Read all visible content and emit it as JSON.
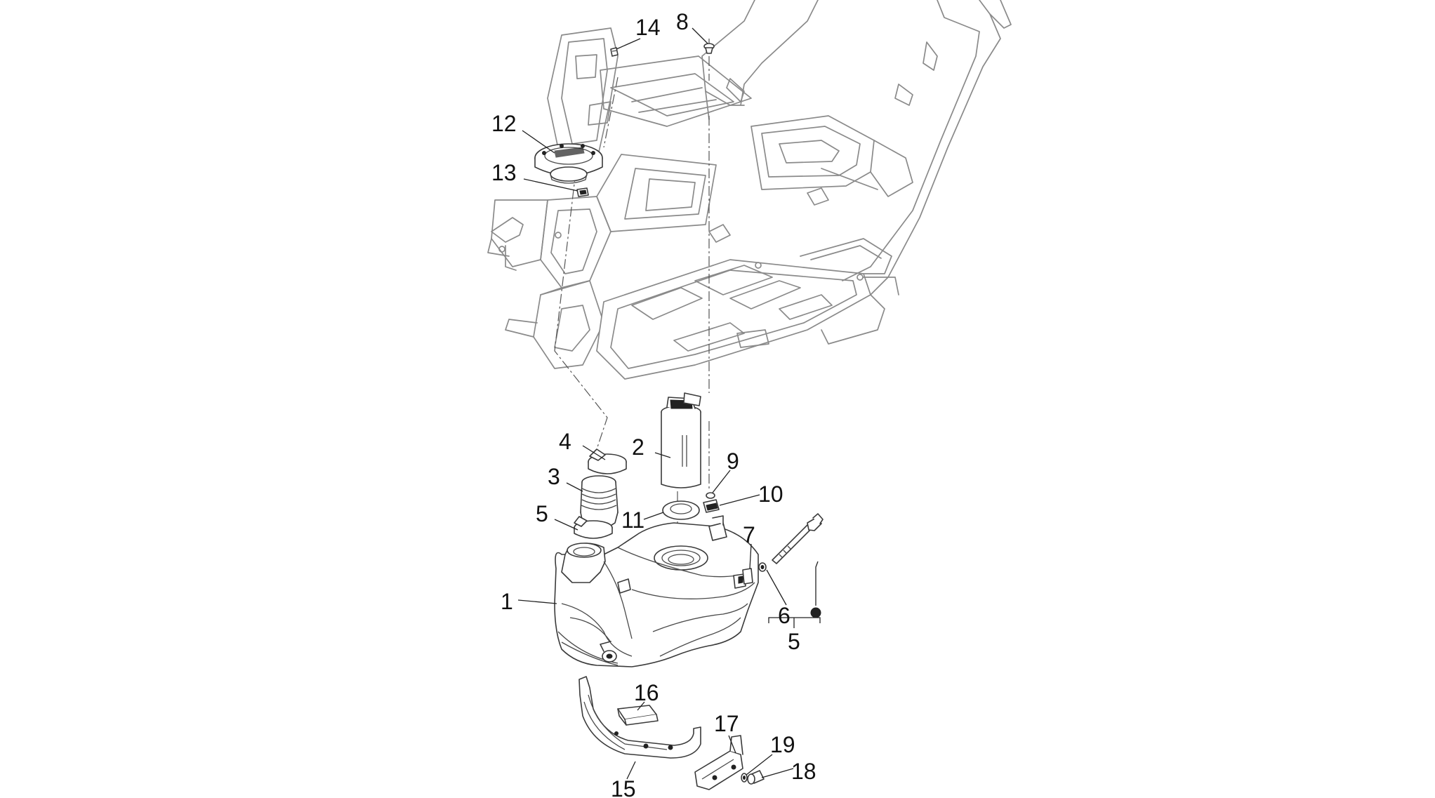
{
  "diagram": {
    "labels": [
      {
        "id": "label-14",
        "text": "14"
      },
      {
        "id": "label-8",
        "text": "8"
      },
      {
        "id": "label-12",
        "text": "12"
      },
      {
        "id": "label-13",
        "text": "13"
      },
      {
        "id": "label-4",
        "text": "4"
      },
      {
        "id": "label-2",
        "text": "2"
      },
      {
        "id": "label-9",
        "text": "9"
      },
      {
        "id": "label-3",
        "text": "3"
      },
      {
        "id": "label-10",
        "text": "10"
      },
      {
        "id": "label-5-hose-clamp",
        "text": "5"
      },
      {
        "id": "label-11",
        "text": "11"
      },
      {
        "id": "label-7",
        "text": "7"
      },
      {
        "id": "label-1",
        "text": "1"
      },
      {
        "id": "label-6",
        "text": "6"
      },
      {
        "id": "label-5-kit",
        "text": "5"
      },
      {
        "id": "label-16",
        "text": "16"
      },
      {
        "id": "label-17",
        "text": "17"
      },
      {
        "id": "label-19",
        "text": "19"
      },
      {
        "id": "label-18",
        "text": "18"
      },
      {
        "id": "label-15",
        "text": "15"
      }
    ]
  }
}
